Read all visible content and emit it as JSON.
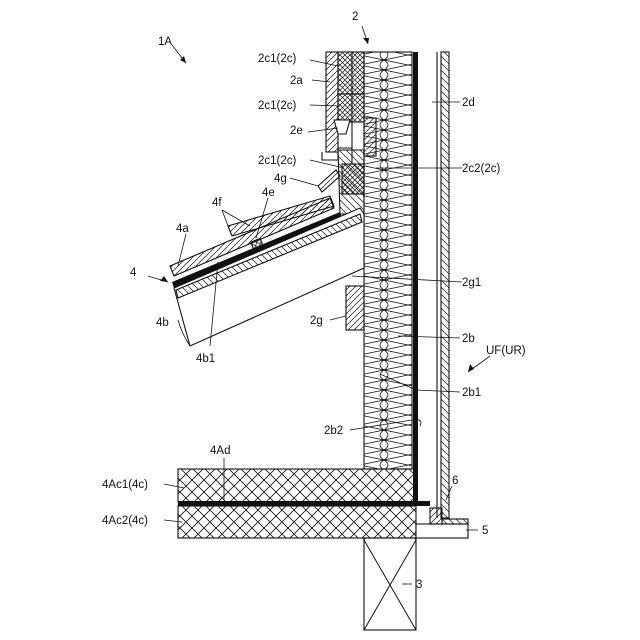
{
  "figure": {
    "ref_1A": "1A",
    "ref_2": "2",
    "ref_2c1_a": "2c1(2c)",
    "ref_2a": "2a",
    "ref_2c1_b": "2c1(2c)",
    "ref_2e": "2e",
    "ref_2c1_c": "2c1(2c)",
    "ref_4g": "4g",
    "ref_4f": "4f",
    "ref_4e": "4e",
    "ref_4a": "4a",
    "ref_4": "4",
    "ref_4b": "4b",
    "ref_4b1": "4b1",
    "ref_2d": "2d",
    "ref_2c2": "2c2(2c)",
    "ref_2g1": "2g1",
    "ref_2g": "2g",
    "ref_2b": "2b",
    "ref_UF": "UF(UR)",
    "ref_2b1": "2b1",
    "ref_2b2": "2b2",
    "ref_4Ad": "4Ad",
    "ref_4Ac1": "4Ac1(4c)",
    "ref_4Ac2": "4Ac2(4c)",
    "ref_6": "6",
    "ref_5": "5",
    "ref_3": "3"
  }
}
